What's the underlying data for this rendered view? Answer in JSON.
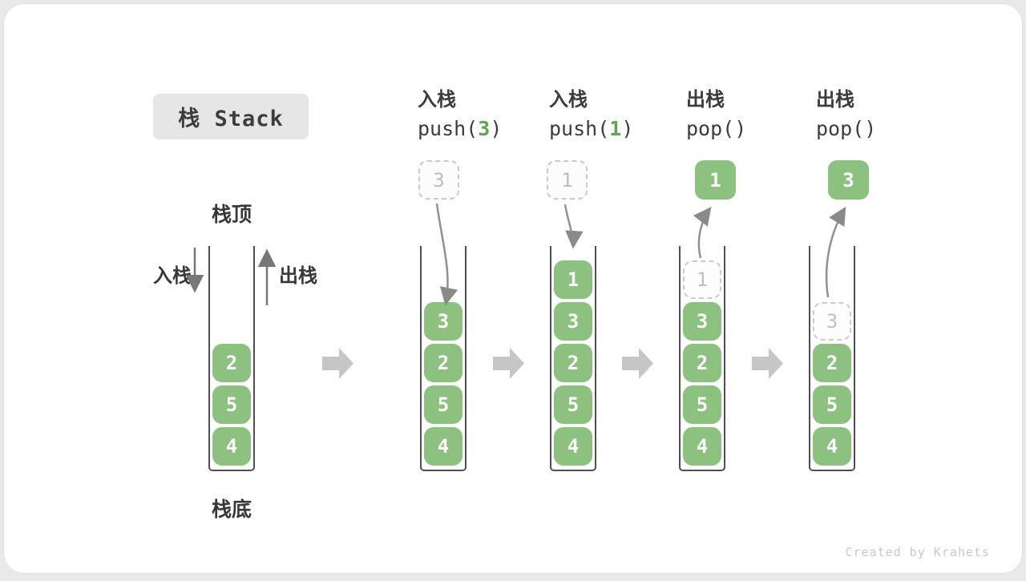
{
  "title": "栈 Stack",
  "labels": {
    "stack_top": "栈顶",
    "stack_bottom": "栈底",
    "push_side": "入栈",
    "pop_side": "出栈"
  },
  "colors": {
    "element_green": "#8cc17f",
    "code_arg_green": "#5fa653",
    "ghost_grey": "#c9c9c9",
    "thick_arrow_grey": "#c6c6c6"
  },
  "watermark": "Created by Krahets",
  "columns": [
    {
      "name": "initial-stack",
      "header": null,
      "floating": null,
      "stack": [
        "2",
        "5",
        "4"
      ]
    },
    {
      "name": "push-3",
      "header": {
        "label": "入栈",
        "code_prefix": "push(",
        "arg": "3",
        "code_suffix": ")"
      },
      "floating": {
        "value": "3",
        "style": "dashed"
      },
      "stack": [
        "3",
        "2",
        "5",
        "4"
      ]
    },
    {
      "name": "push-1",
      "header": {
        "label": "入栈",
        "code_prefix": "push(",
        "arg": "1",
        "code_suffix": ")"
      },
      "floating": {
        "value": "1",
        "style": "dashed"
      },
      "stack": [
        "1",
        "3",
        "2",
        "5",
        "4"
      ]
    },
    {
      "name": "pop-1",
      "header": {
        "label": "出栈",
        "code_prefix": "pop(",
        "arg": "",
        "code_suffix": ")"
      },
      "floating": {
        "value": "1",
        "style": "solid"
      },
      "stack": [
        {
          "v": "1",
          "ghost": true
        },
        "3",
        "2",
        "5",
        "4"
      ]
    },
    {
      "name": "pop-3",
      "header": {
        "label": "出栈",
        "code_prefix": "pop(",
        "arg": "",
        "code_suffix": ")"
      },
      "floating": {
        "value": "3",
        "style": "solid"
      },
      "stack": [
        {
          "v": "3",
          "ghost": true
        },
        "2",
        "5",
        "4"
      ]
    }
  ]
}
